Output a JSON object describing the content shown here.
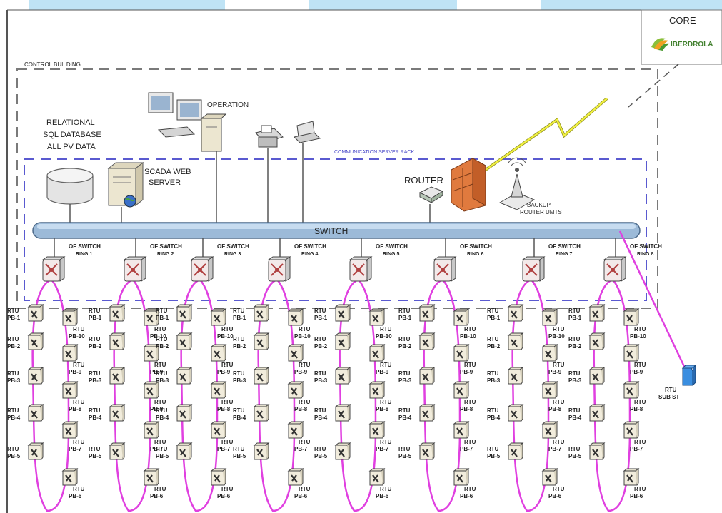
{
  "core": {
    "title": "CORE",
    "brand": "IBERDROLA"
  },
  "building": {
    "label": "CONTROL BUILDING"
  },
  "database": {
    "label_lines": [
      "RELATIONAL",
      "SQL DATABASE",
      "ALL PV DATA"
    ]
  },
  "operation": {
    "label": "OPERATION"
  },
  "rack": {
    "label": "COMMUNICATION SERVER RACK"
  },
  "scada": {
    "label_lines": [
      "SCADA WEB",
      "SERVER"
    ]
  },
  "router": {
    "label": "ROUTER"
  },
  "backup": {
    "label_lines": [
      "BACKUP",
      "ROUTER UMTS"
    ]
  },
  "switch": {
    "label": "SWITCH"
  },
  "rings": [
    {
      "l1": "OF SWITCH",
      "l2": "RING 1"
    },
    {
      "l1": "OF SWITCH",
      "l2": "RING 2"
    },
    {
      "l1": "OF SWITCH",
      "l2": "RING 3"
    },
    {
      "l1": "OF SWITCH",
      "l2": "RING 4"
    },
    {
      "l1": "OF SWITCH",
      "l2": "RING 5"
    },
    {
      "l1": "OF SWITCH",
      "l2": "RING 6"
    },
    {
      "l1": "OF SWITCH",
      "l2": "RING 7"
    },
    {
      "l1": "OF SWITCH",
      "l2": "RING 8"
    }
  ],
  "rtu": {
    "name": "RTU",
    "left_pbs": [
      "PB-1",
      "PB-2",
      "PB-3",
      "PB-4",
      "PB-5"
    ],
    "right_pbs": [
      "PB-10",
      "PB-9",
      "PB-8",
      "PB-7",
      "PB-6"
    ]
  },
  "substation": {
    "l1": "RTU",
    "l2": "SUB ST"
  },
  "colors": {
    "ring": "#e040e0",
    "switch_bar": "#8fb4d8",
    "dash": "#7a7a7a",
    "rack_dash": "#5a5ad0",
    "firewall": "#e0703a",
    "bolt": "#f0f040"
  }
}
